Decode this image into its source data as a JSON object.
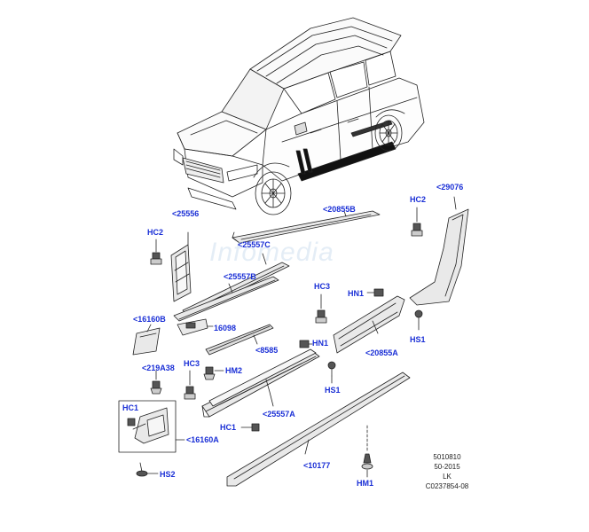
{
  "watermark": "Infomedia",
  "labels": {
    "p29076": "<29076",
    "hc2_right": "HC2",
    "p25556": "<25556",
    "hc2_left": "HC2",
    "p20855b": "<20855B",
    "p25557c": "<25557C",
    "p25557b": "<25557B",
    "p16098": "16098",
    "hc3_mid": "HC3",
    "hn1_top": "HN1",
    "hs1_right": "HS1",
    "p16160b": "<16160B",
    "p8585": "<8585",
    "hn1_mid": "HN1",
    "p20855a": "<20855A",
    "p219a38": "<219A38",
    "hc3_left": "HC3",
    "hm2": "HM2",
    "hs1_mid": "HS1",
    "hc1_box": "HC1",
    "p25557a": "<25557A",
    "hc1_mid": "HC1",
    "p16160a": "<16160A",
    "hs2": "HS2",
    "p10177": "<10177",
    "hm1": "HM1"
  },
  "reference": {
    "line1": "5010810",
    "line2": "50-2015",
    "line3": "LK",
    "line4": "C0237854-08"
  },
  "colors": {
    "label": "#1a2fd6",
    "line": "#222222",
    "part_fill": "#e9e9e9",
    "part_dark": "#555555"
  }
}
